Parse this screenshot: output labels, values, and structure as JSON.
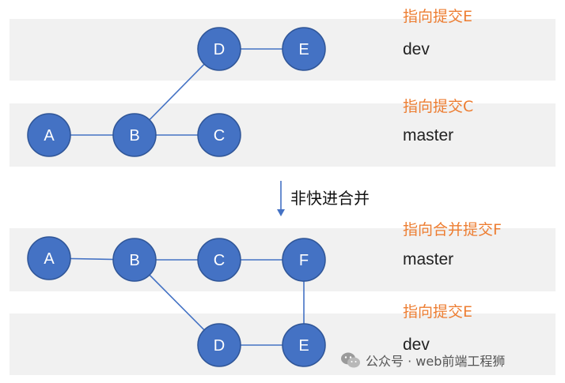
{
  "top_diagram": {
    "dev_band": {
      "pointer_label": "指向提交E",
      "branch_name": "dev",
      "commits": [
        "D",
        "E"
      ]
    },
    "master_band": {
      "pointer_label": "指向提交C",
      "branch_name": "master",
      "commits": [
        "A",
        "B",
        "C"
      ]
    }
  },
  "transition": {
    "label": "非快进合并"
  },
  "bottom_diagram": {
    "master_band": {
      "pointer_label": "指向合并提交F",
      "branch_name": "master",
      "commits": [
        "A",
        "B",
        "C",
        "F"
      ]
    },
    "dev_band": {
      "pointer_label": "指向提交E",
      "branch_name": "dev",
      "commits": [
        "D",
        "E"
      ]
    }
  },
  "watermark": {
    "text": "公众号 · web前端工程狮",
    "icon": "wechat-icon"
  },
  "colors": {
    "node_fill": "#4472c4",
    "node_stroke": "#2f5597",
    "edge": "#4472c4",
    "pointer_label": "#ed7d31",
    "band": "#f1f1f1"
  }
}
